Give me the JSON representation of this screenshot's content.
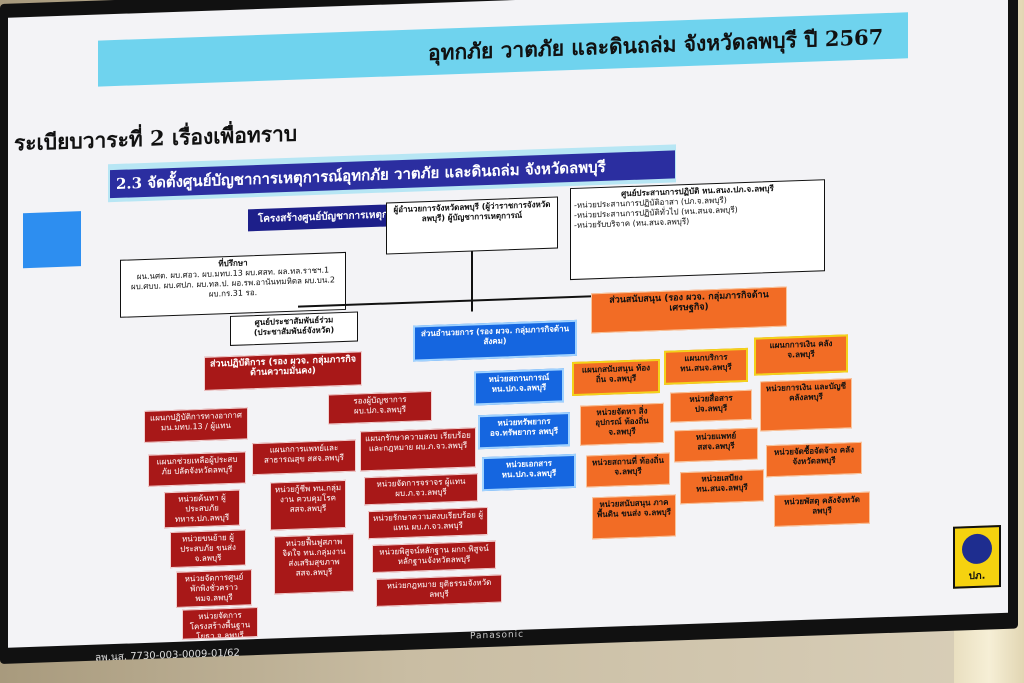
{
  "slide": {
    "header_title": "อุทกภัย วาตภัย และดินถล่ม จังหวัดลพบุรี ปี 2567",
    "agenda": "ระเบียบวาระที่ 2 เรื่องเพื่อทราบ",
    "subtitle": "2.3 จัดตั้งศูนย์บัญชาการเหตุการณ์อุทกภัย วาตภัย และดินถล่ม จังหวัดลพบุรี",
    "chart_title": "โครงสร้างศูนย์บัญชาการเหตุการณ์ อุทกภัย วาตภัย และดินถล่ม จังหวัดลพบุรี",
    "commander": "ผู้อำนวยการจังหวัดลพบุรี (ผู้ว่าราชการจังหวัดลพบุรี) ผู้บัญชาการเหตุการณ์",
    "coord_title": "ศูนย์ประสานการปฏิบัติ หน.สนง.ปภ.จ.ลพบุรี",
    "coord_items": [
      "-หน่วยประสานการปฏิบัติอาสา (ปภ.จ.ลพบุรี)",
      "-หน่วยประสานการปฏิบัติทั่วไป (หน.สนจ.ลพบุรี)",
      "-หน่วยรับบริจาค (หน.สนจ.ลพบุรี)"
    ],
    "advisor_title": "ที่ปรึกษา",
    "advisor_text": "ผน.นศต. ผบ.ศอว. ผบ.มทบ.13 ผบ.ศสท. ผล.ทล.ราชฯ.1 ผบ.ศบบ. ผบ.ศปภ. ผบ.ทล.ป. ผอ.รพ.อานันทมหิดล ผบ.บน.2 ผบ.กร.31 รอ.",
    "pr_center": "ศูนย์ประชาสัมพันธ์ร่วม (ประชาสัมพันธ์จังหวัด)",
    "ops": "ส่วนปฏิบัติการ (รอง ผวจ. กลุ่มภารกิจด้านความมั่นคง)",
    "admin": "ส่วนอำนวยการ (รอง ผวจ. กลุ่มภารกิจด้านสังคม)",
    "support": "ส่วนสนับสนุน (รอง ผวจ. กลุ่มภารกิจด้านเศรษฐกิจ)",
    "ops_units": [
      "แผนกปฏิบัติการทางอากาศ มน.มทบ.13 / ผู้แทน",
      "รองผู้บัญชาการ ผบ.ปภ.จ.ลพบุรี",
      "แผนกช่วยเหลือผู้ประสบภัย ปลัดจังหวัดลพบุรี",
      "แผนกการแพทย์และสาธารณสุข สสจ.ลพบุรี",
      "แผนกรักษาความสงบ เรียบร้อยและกฎหมาย ผบ.ภ.จว.ลพบุรี"
    ],
    "ops_sub_a": [
      "หน่วยค้นหา ผู้ประสบภัย ทหาร.ปภ.ลพบุรี",
      "หน่วยขนย้าย ผู้ประสบภัย ขนส่ง จ.ลพบุรี",
      "หน่วยจัดการศูนย์ พักพิงชั่วคราว พมจ.ลพบุรี",
      "หน่วยจัดการ โครงสร้างพื้นฐาน โยธา จ.ลพบุรี"
    ],
    "ops_sub_b": [
      "หน่วยกู้ชีพ ทน.กลุ่มงาน ควบคุมโรค สสจ.ลพบุรี",
      "หน่วยฟื้นฟูสภาพ จิตใจ ทน.กลุ่มงาน ส่งเสริมสุขภาพ สสจ.ลพบุรี"
    ],
    "ops_sub_c": [
      "หน่วยจัดการจราจร ผู้แทน ผบ.ภ.จว.ลพบุรี",
      "หน่วยรักษาความสงบเรียบร้อย ผู้แทน ผบ.ภ.จว.ลพบุรี",
      "หน่วยพิสูจน์หลักฐาน ผกก.พิสูจน์หลักฐานจังหวัดลพบุรี",
      "หน่วยกฎหมาย ยุติธรรมจังหวัดลพบุรี"
    ],
    "admin_units": [
      "หน่วยสถานการณ์ หน.ปภ.จ.ลพบุรี",
      "หน่วยทรัพยากร อจ.ทรัพยากร ลพบุรี",
      "หน่วยเอกสาร หน.ปภ.จ.ลพบุรี"
    ],
    "support_heads": [
      "แผนกสนับสนุน ท้องถิ่น จ.ลพบุรี",
      "แผนกบริการ ทน.สนจ.ลพบุรี",
      "แผนกการเงิน คลัง จ.ลพบุรี"
    ],
    "support_a": [
      "หน่วยจัดหา สิ่งอุปกรณ์ ท้องถิ่น จ.ลพบุรี",
      "หน่วยสถานที่ ท้องถิ่น จ.ลพบุรี",
      "หน่วยสนับสนุน ภาคพื้นดิน ขนส่ง จ.ลพบุรี"
    ],
    "support_b": [
      "หน่วยสื่อสาร ปจ.ลพบุรี",
      "หน่วยแพทย์ สสจ.ลพบุรี",
      "หน่วยเสบียง ทน.สนจ.ลพบุรี"
    ],
    "support_c": [
      "หน่วยการเงิน และบัญชี คลังลพบุรี",
      "หน่วยจัดซื้อจัดจ้าง คลังจังหวัดลพบุรี",
      "หน่วยพัสดุ คลังจังหวัดลพบุรี"
    ],
    "logo_text": "ปภ."
  },
  "tv": {
    "brand": "Panasonic",
    "doc_code": "ลพ.นส. 7730-003-0009-01/62"
  }
}
